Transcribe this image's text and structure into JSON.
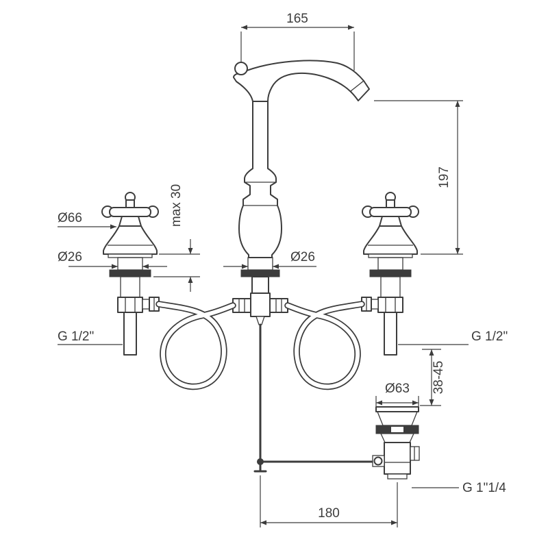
{
  "drawing": {
    "type": "technical-dimension-drawing",
    "subject": "3-hole basin mixer with cross handles, swan spout and pop-up waste",
    "labels": {
      "spout_reach": "165",
      "spout_height": "197",
      "max_mounting": "max 30",
      "handle_dia": "Ø66",
      "handle_hole_dia": "Ø26",
      "spout_hole_dia": "Ø26",
      "inlet_thread_left": "G 1/2\"",
      "inlet_thread_right": "G 1/2\"",
      "waste_mounting_range": "38-45",
      "waste_flange_dia": "Ø63",
      "waste_thread": "G 1\"1/4",
      "hole_spacing": "180"
    },
    "colors": {
      "line": "#3c3c3c",
      "background": "#ffffff"
    }
  }
}
